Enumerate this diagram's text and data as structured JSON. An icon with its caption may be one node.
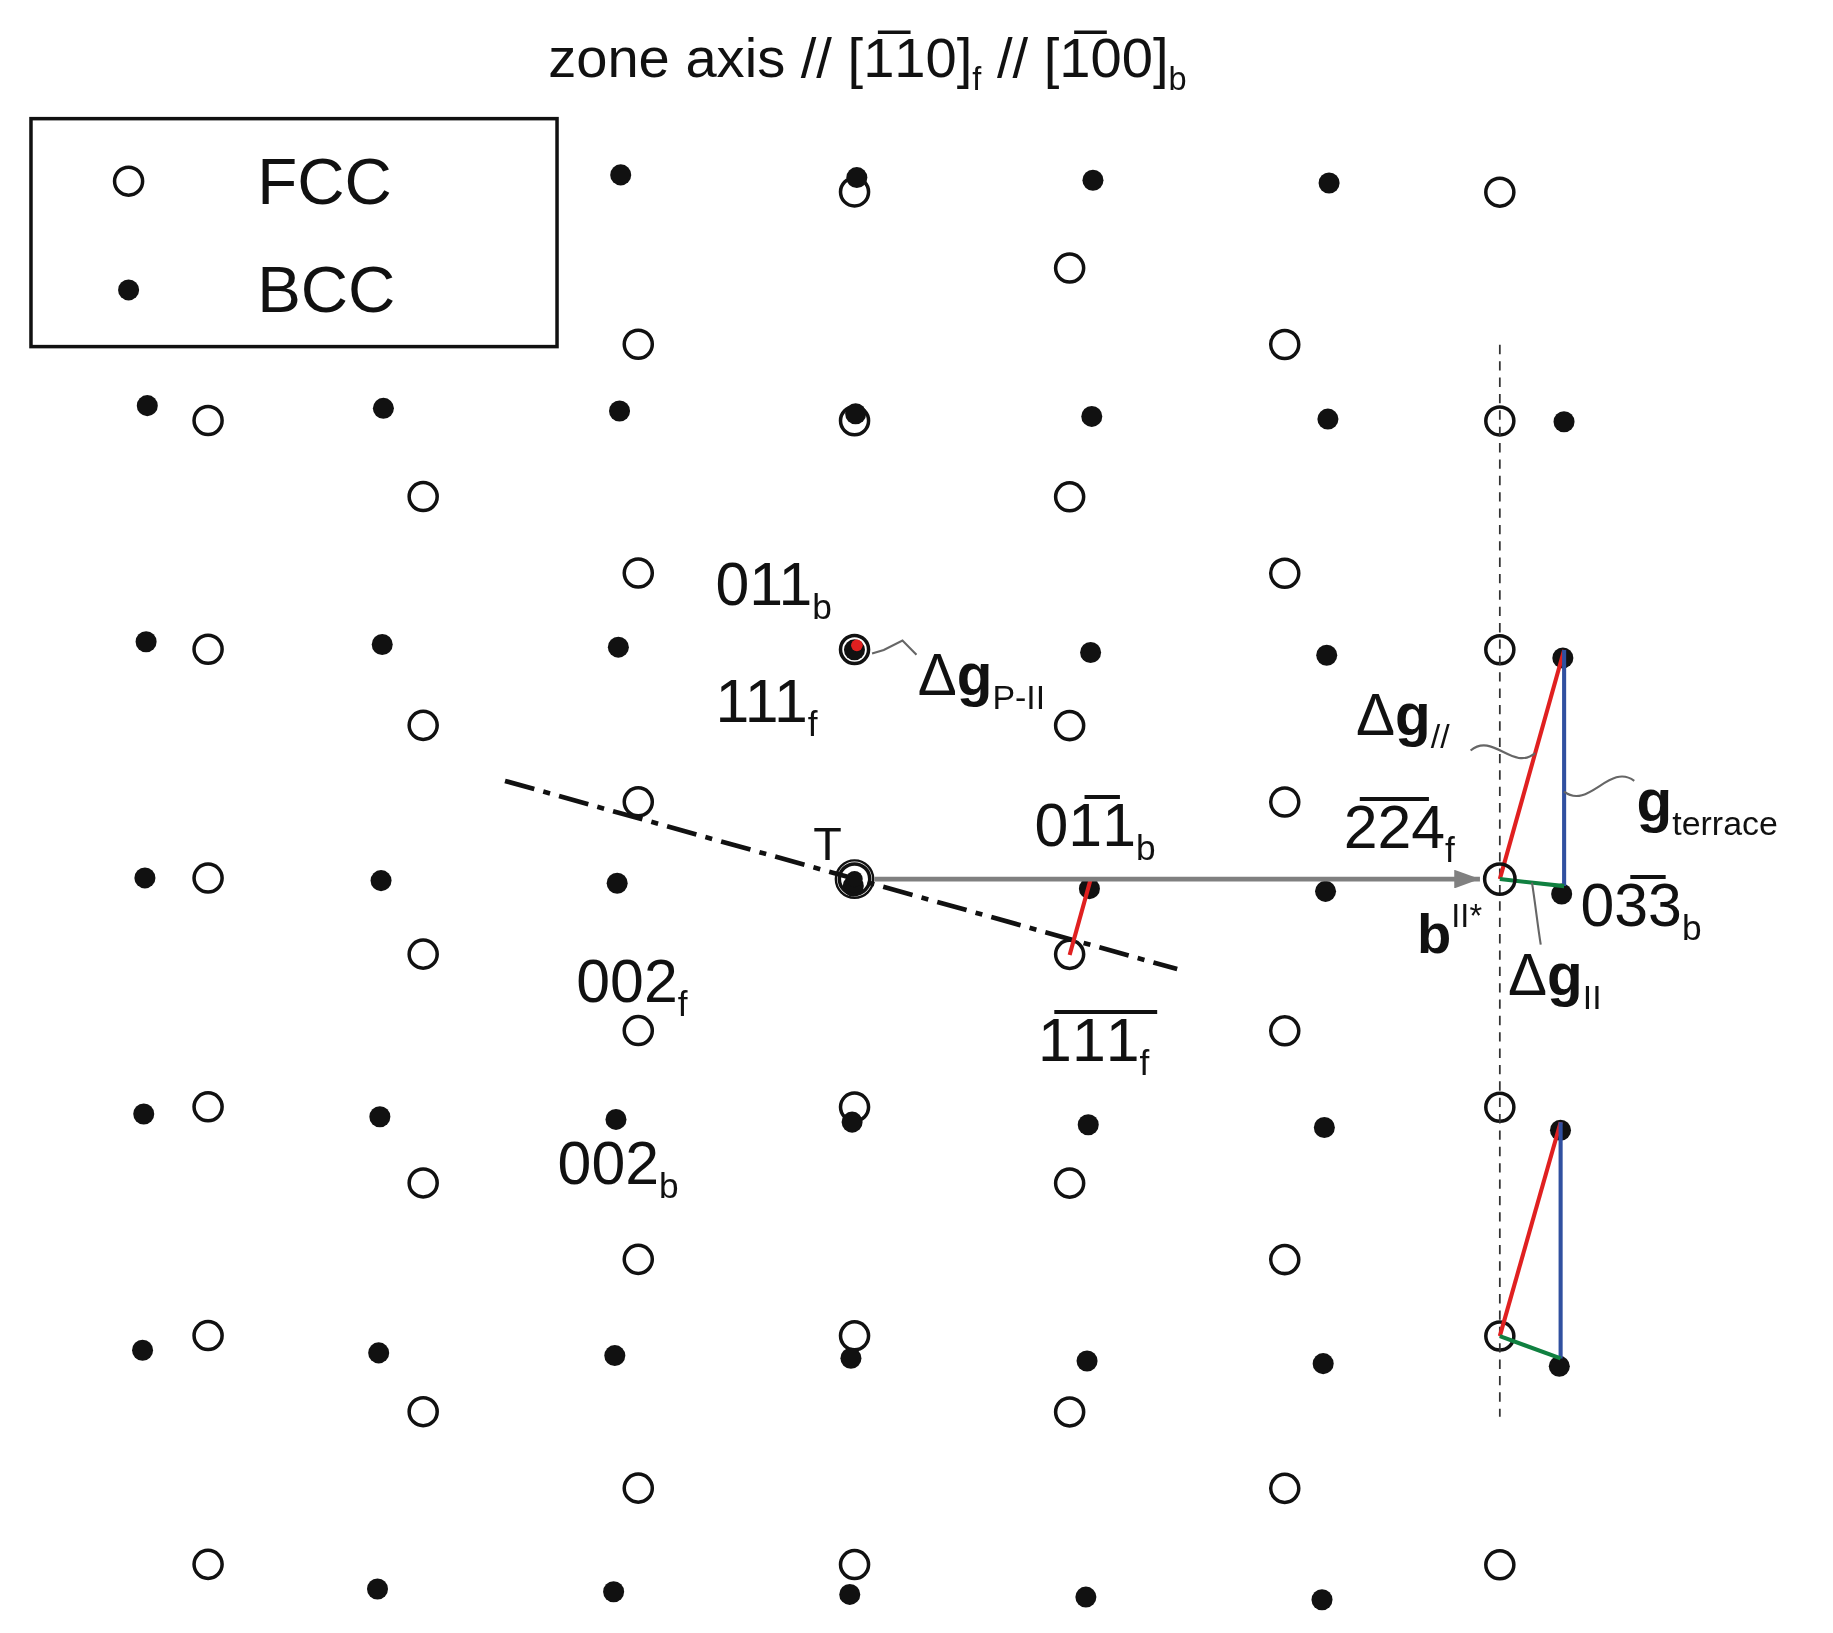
{
  "diagram": {
    "title": "zone axis // [1̅10]$_{f}$ // [1̅00]$_{b}$",
    "nodes": [
      {
        "text": [],
        "shape": "circle",
        "beside": [
          "T"
        ]
      },
      {
        "text": [],
        "shape": "circle",
        "beside": [
          "2̅2̅4$_{f}$"
        ]
      },
      {
        "text": [
          "Δ**g**$_{P-II}$"
        ]
      },
      {
        "text": [
          "Δ**g**$_{//}$"
        ]
      },
      {
        "text": [
          "**g**$_{terrace}$"
        ]
      },
      {
        "text": [
          "Δ**g**$_{II}$"
        ]
      },
      {
        "text": [],
        "shape": "line"
      },
      {
        "text": [],
        "shape": "line"
      },
      {
        "text": [],
        "shape": "line"
      }
    ],
    "edges": [
      {
        "from": 0,
        "to": 1,
        "arrow": "to",
        "label": "**b**$^{II*}$"
      },
      {
        "from": 2,
        "to": null,
        "arrow": "none"
      },
      {
        "from": 3,
        "to": 6,
        "arrow": "none"
      },
      {
        "from": 4,
        "to": 7,
        "arrow": "none"
      },
      {
        "from": 5,
        "to": 8,
        "arrow": "none"
      }
    ],
    "labels": [
      "011$_{b}$",
      "111$_{f}$",
      "01̅1$_{b}$",
      "03̅3$_{b}$",
      "002$_{f}$",
      "1̅1̅1̅$_{f}$",
      "002$_{b}$"
    ],
    "legend": [
      {
        "text": "FCC"
      },
      {
        "text": "BCC"
      }
    ]
  }
}
